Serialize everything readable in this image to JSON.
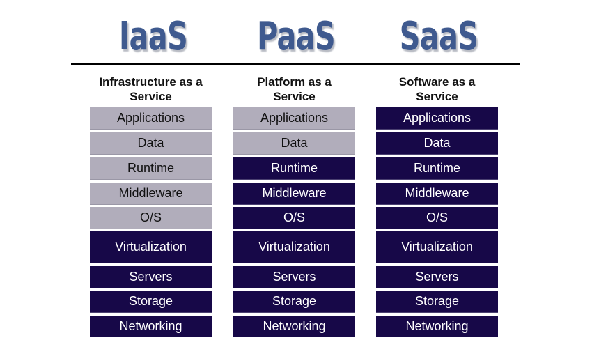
{
  "titles": [
    "IaaS",
    "PaaS",
    "SaaS"
  ],
  "colors": {
    "title_blue": "#3f5a8f",
    "customer_managed": "#b1adbb",
    "vendor_managed": "#170848"
  },
  "columns": [
    {
      "header_line1": "Infrastructure as a",
      "header_line2": "Service",
      "layers": [
        {
          "label": "Applications",
          "managed_by": "customer"
        },
        {
          "label": "Data",
          "managed_by": "customer"
        },
        {
          "label": "Runtime",
          "managed_by": "customer"
        },
        {
          "label": "Middleware",
          "managed_by": "customer"
        },
        {
          "label": "O/S",
          "managed_by": "customer"
        },
        {
          "label": "Virtualization",
          "managed_by": "vendor"
        },
        {
          "label": "Servers",
          "managed_by": "vendor"
        },
        {
          "label": "Storage",
          "managed_by": "vendor"
        },
        {
          "label": "Networking",
          "managed_by": "vendor"
        }
      ]
    },
    {
      "header_line1": "Platform as a",
      "header_line2": "Service",
      "layers": [
        {
          "label": "Applications",
          "managed_by": "customer"
        },
        {
          "label": "Data",
          "managed_by": "customer"
        },
        {
          "label": "Runtime",
          "managed_by": "vendor"
        },
        {
          "label": "Middleware",
          "managed_by": "vendor"
        },
        {
          "label": "O/S",
          "managed_by": "vendor"
        },
        {
          "label": "Virtualization",
          "managed_by": "vendor"
        },
        {
          "label": "Servers",
          "managed_by": "vendor"
        },
        {
          "label": "Storage",
          "managed_by": "vendor"
        },
        {
          "label": "Networking",
          "managed_by": "vendor"
        }
      ]
    },
    {
      "header_line1": "Software as a",
      "header_line2": "Service",
      "layers": [
        {
          "label": "Applications",
          "managed_by": "vendor"
        },
        {
          "label": "Data",
          "managed_by": "vendor"
        },
        {
          "label": "Runtime",
          "managed_by": "vendor"
        },
        {
          "label": "Middleware",
          "managed_by": "vendor"
        },
        {
          "label": "O/S",
          "managed_by": "vendor"
        },
        {
          "label": "Virtualization",
          "managed_by": "vendor"
        },
        {
          "label": "Servers",
          "managed_by": "vendor"
        },
        {
          "label": "Storage",
          "managed_by": "vendor"
        },
        {
          "label": "Networking",
          "managed_by": "vendor"
        }
      ]
    }
  ]
}
